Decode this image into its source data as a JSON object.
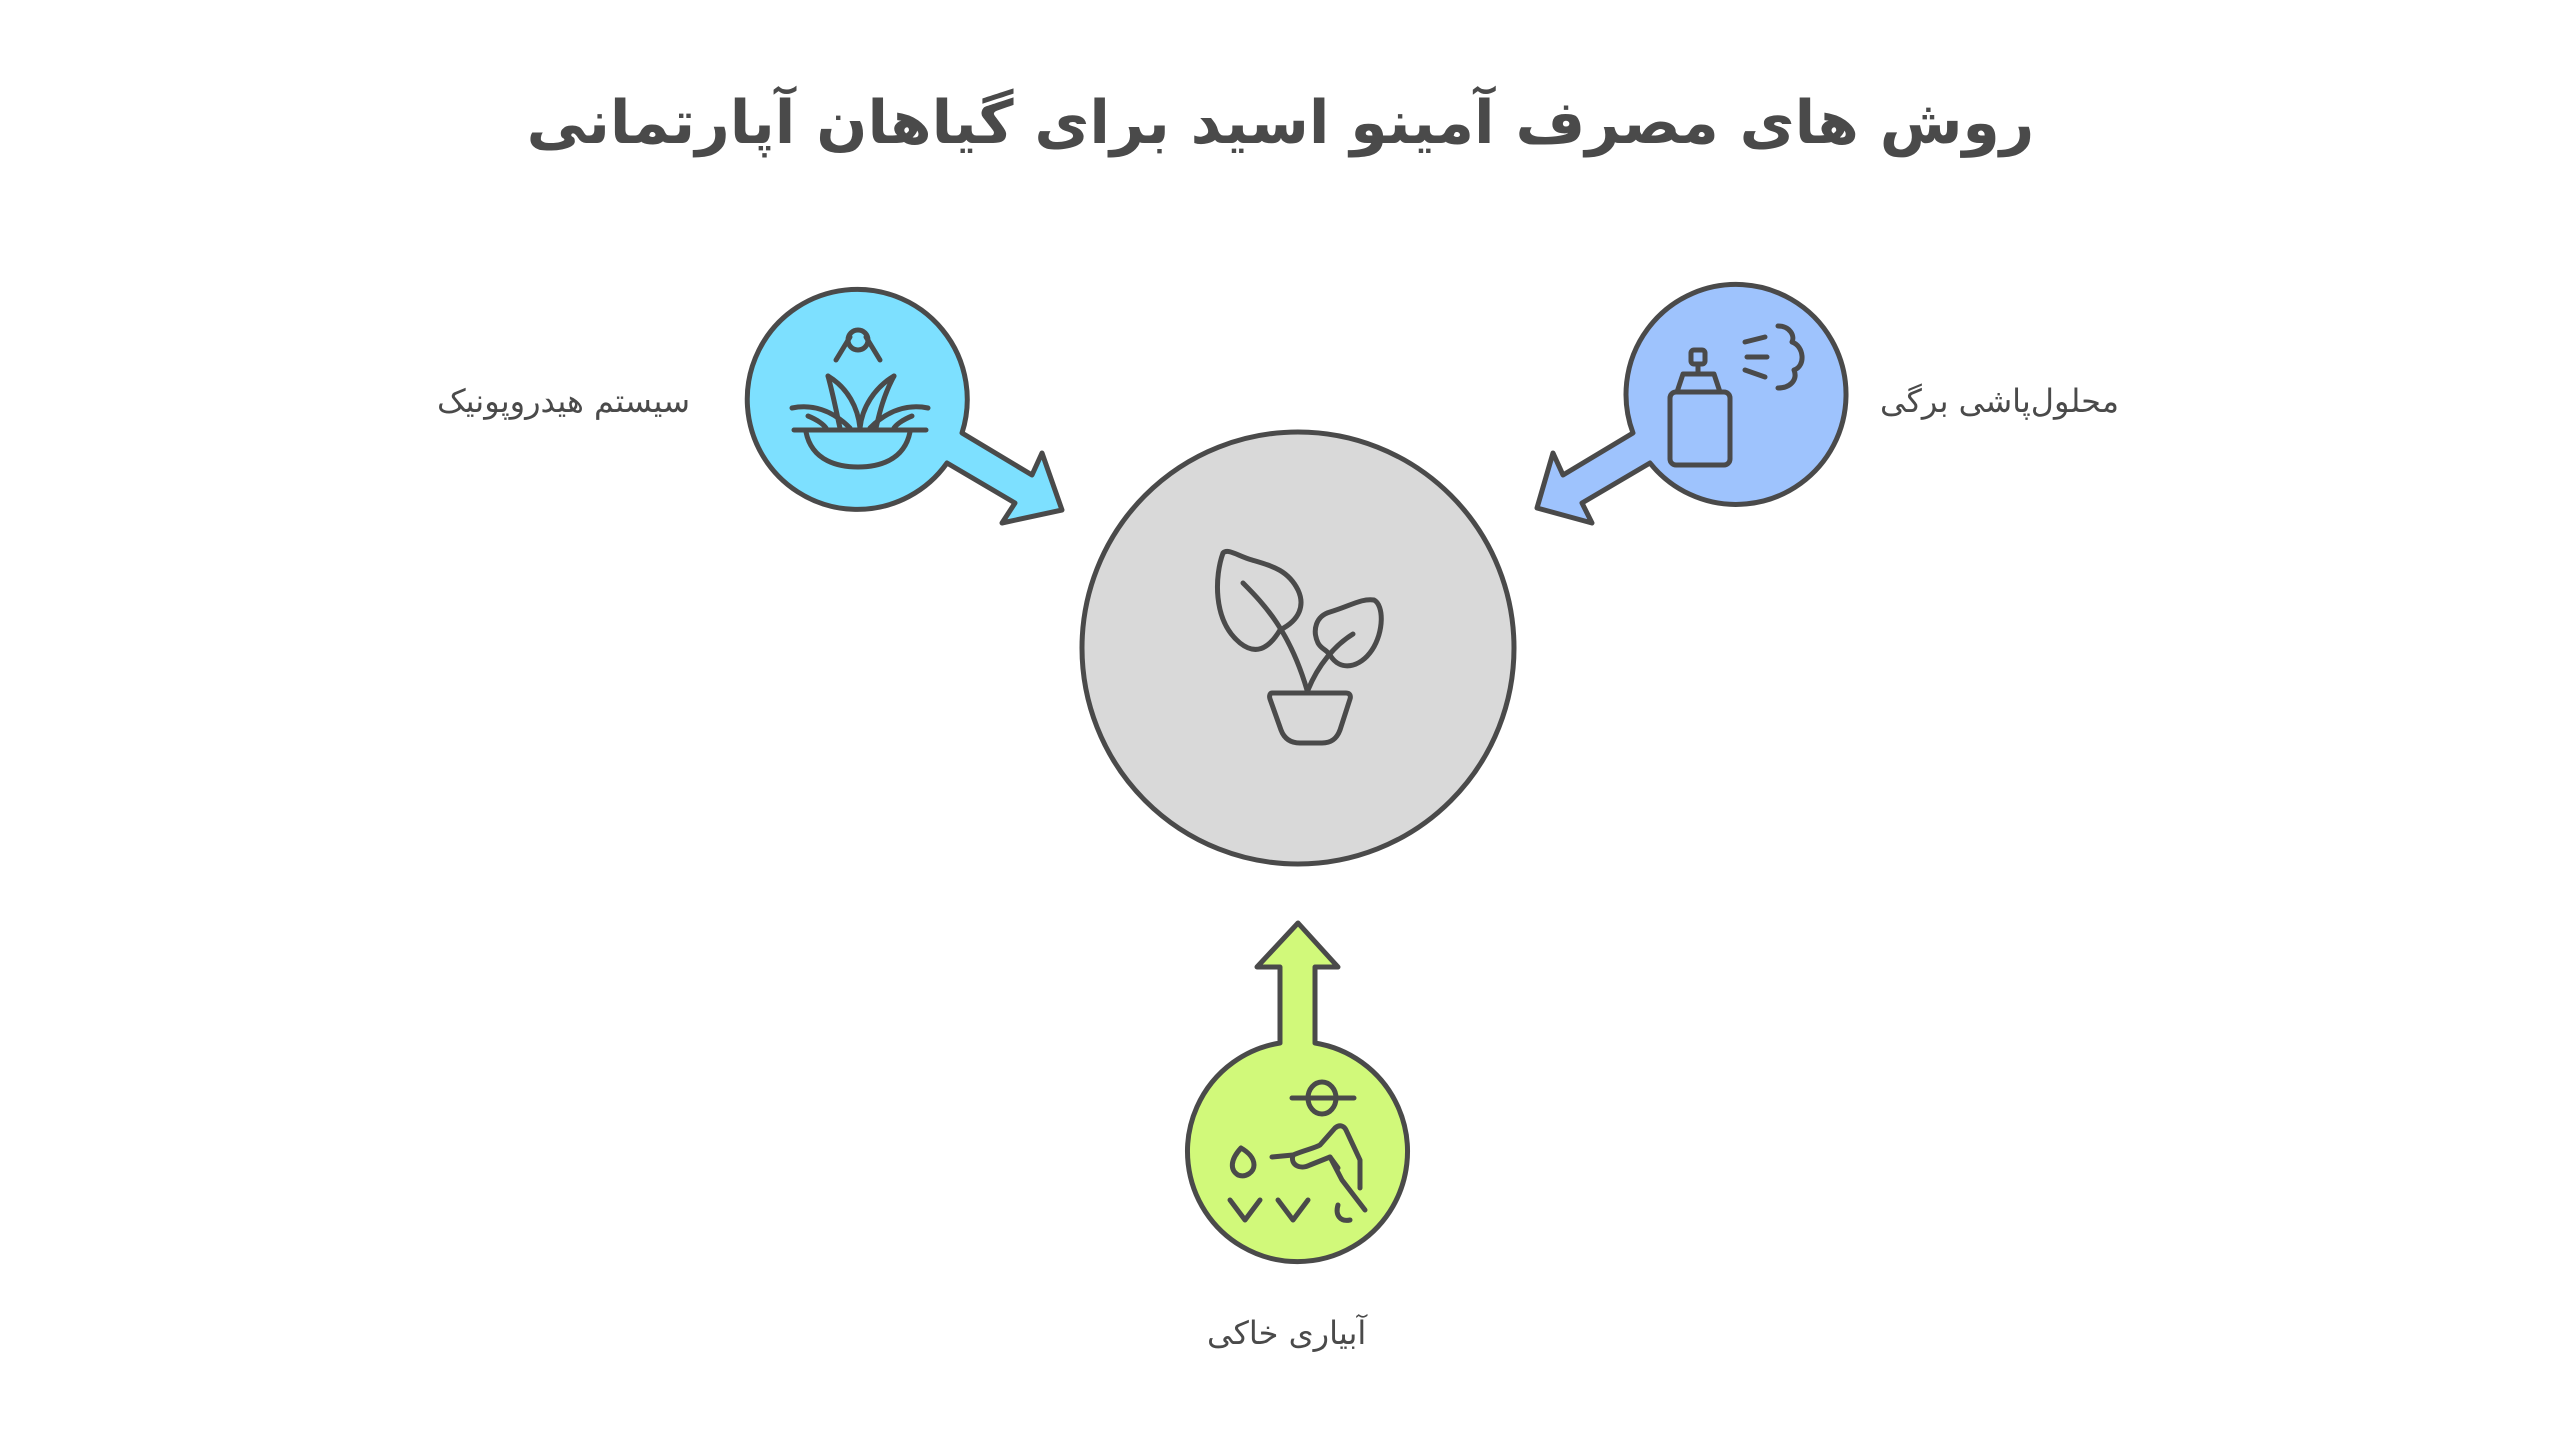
{
  "title": "روش های مصرف آمینو اسید برای گیاهان آپارتمانی",
  "center": {
    "label": "",
    "icon": "potted-plant-icon",
    "color": "#D9D9D9"
  },
  "methods": [
    {
      "label": "سیستم هیدروپونیک",
      "icon": "hydroponic-bowl-icon",
      "color": "#7DE0FF",
      "position": "top-left"
    },
    {
      "label": "محلول‌پاشی برگی",
      "icon": "spray-bottle-icon",
      "color": "#9EC3FD",
      "position": "top-right"
    },
    {
      "label": "آبیاری خاکی",
      "icon": "gardener-planting-icon",
      "color": "#D1F97A",
      "position": "bottom"
    }
  ],
  "colors": {
    "stroke": "#4A4A4A",
    "text": "#4A4A4A",
    "background": "#FFFFFF"
  }
}
